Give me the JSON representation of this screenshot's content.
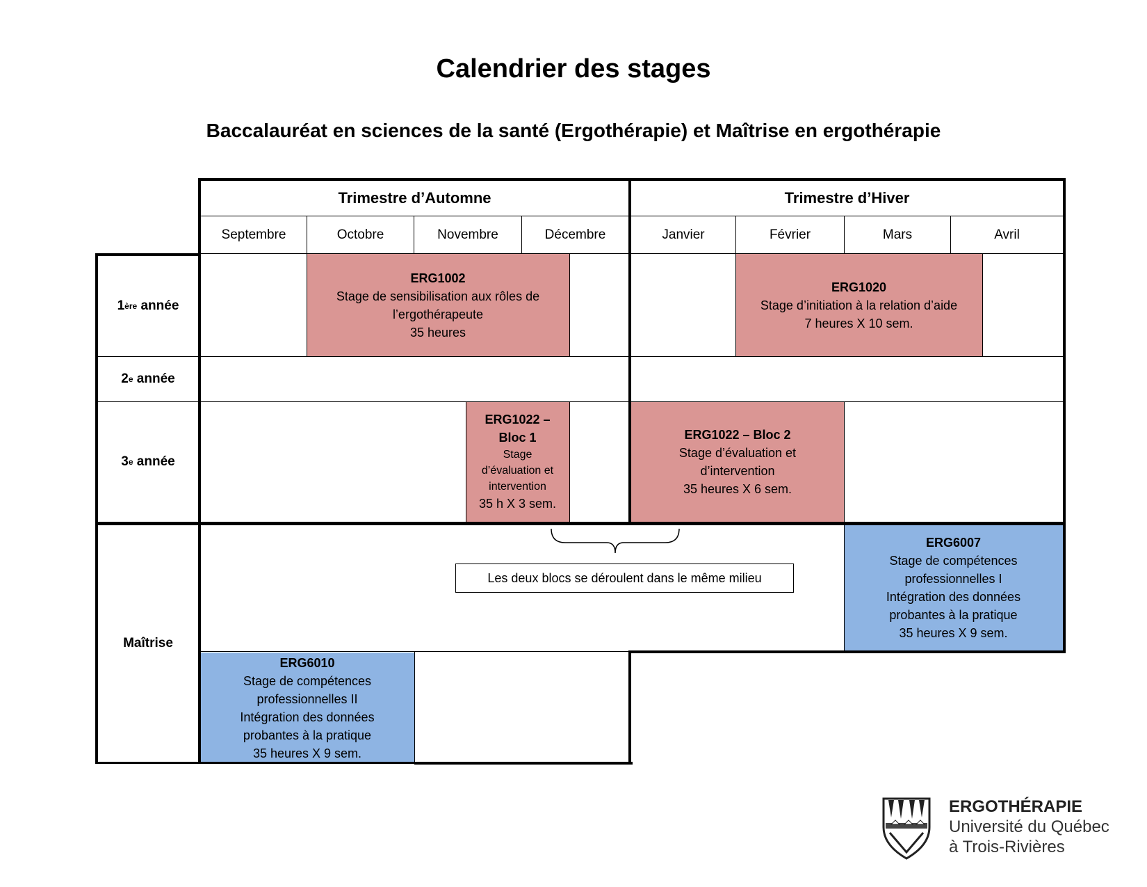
{
  "title": "Calendrier des stages",
  "subtitle": "Baccalauréat en sciences de la santé (Ergothérapie) et Maîtrise en ergothérapie",
  "terms": [
    "Trimestre d’Automne",
    "Trimestre d’Hiver"
  ],
  "months": [
    "Septembre",
    "Octobre",
    "Novembre",
    "Décembre",
    "Janvier",
    "Février",
    "Mars",
    "Avril"
  ],
  "rows": {
    "r1": {
      "num": "1",
      "sup": "ère",
      "text": " année"
    },
    "r2": {
      "num": "2",
      "sup": "e",
      "text": " année"
    },
    "r3": {
      "num": "3",
      "sup": "e",
      "text": " année"
    },
    "r4": {
      "text": "Maîtrise"
    }
  },
  "blocks": {
    "erg1002": {
      "code": "ERG1002",
      "l1": "Stage de sensibilisation aux rôles de",
      "l2": "l’ergothérapeute",
      "l3": "35 heures"
    },
    "erg1020": {
      "code": "ERG1020",
      "l1": "Stage d’initiation à la relation d’aide",
      "l2": "7 heures X 10 sem."
    },
    "erg1022b1": {
      "code1": "ERG1022 –",
      "code2": "Bloc 1",
      "l1": "Stage",
      "l2": "d’évaluation et",
      "l3": "intervention",
      "l4": "35 h X 3 sem."
    },
    "erg1022b2": {
      "code": "ERG1022 – Bloc 2",
      "l1": "Stage d’évaluation et",
      "l2": "d’intervention",
      "l3": "35 heures X 6 sem."
    },
    "erg6007": {
      "code": "ERG6007",
      "l1": "Stage de compétences",
      "l2": "professionnelles I",
      "l3": "Intégration des données",
      "l4": "probantes à la pratique",
      "l5": "35 heures X 9 sem."
    },
    "erg6010": {
      "code": "ERG6010",
      "l1": "Stage de compétences",
      "l2": "professionnelles II",
      "l3": "Intégration des données",
      "l4": "probantes à la pratique",
      "l5": "35 heures X 9 sem."
    }
  },
  "note": "Les deux blocs se déroulent dans le même milieu",
  "logo": {
    "line1": "ERGOTHÉRAPIE",
    "line2": "Université du Québec",
    "line3": "à Trois-Rivières"
  }
}
